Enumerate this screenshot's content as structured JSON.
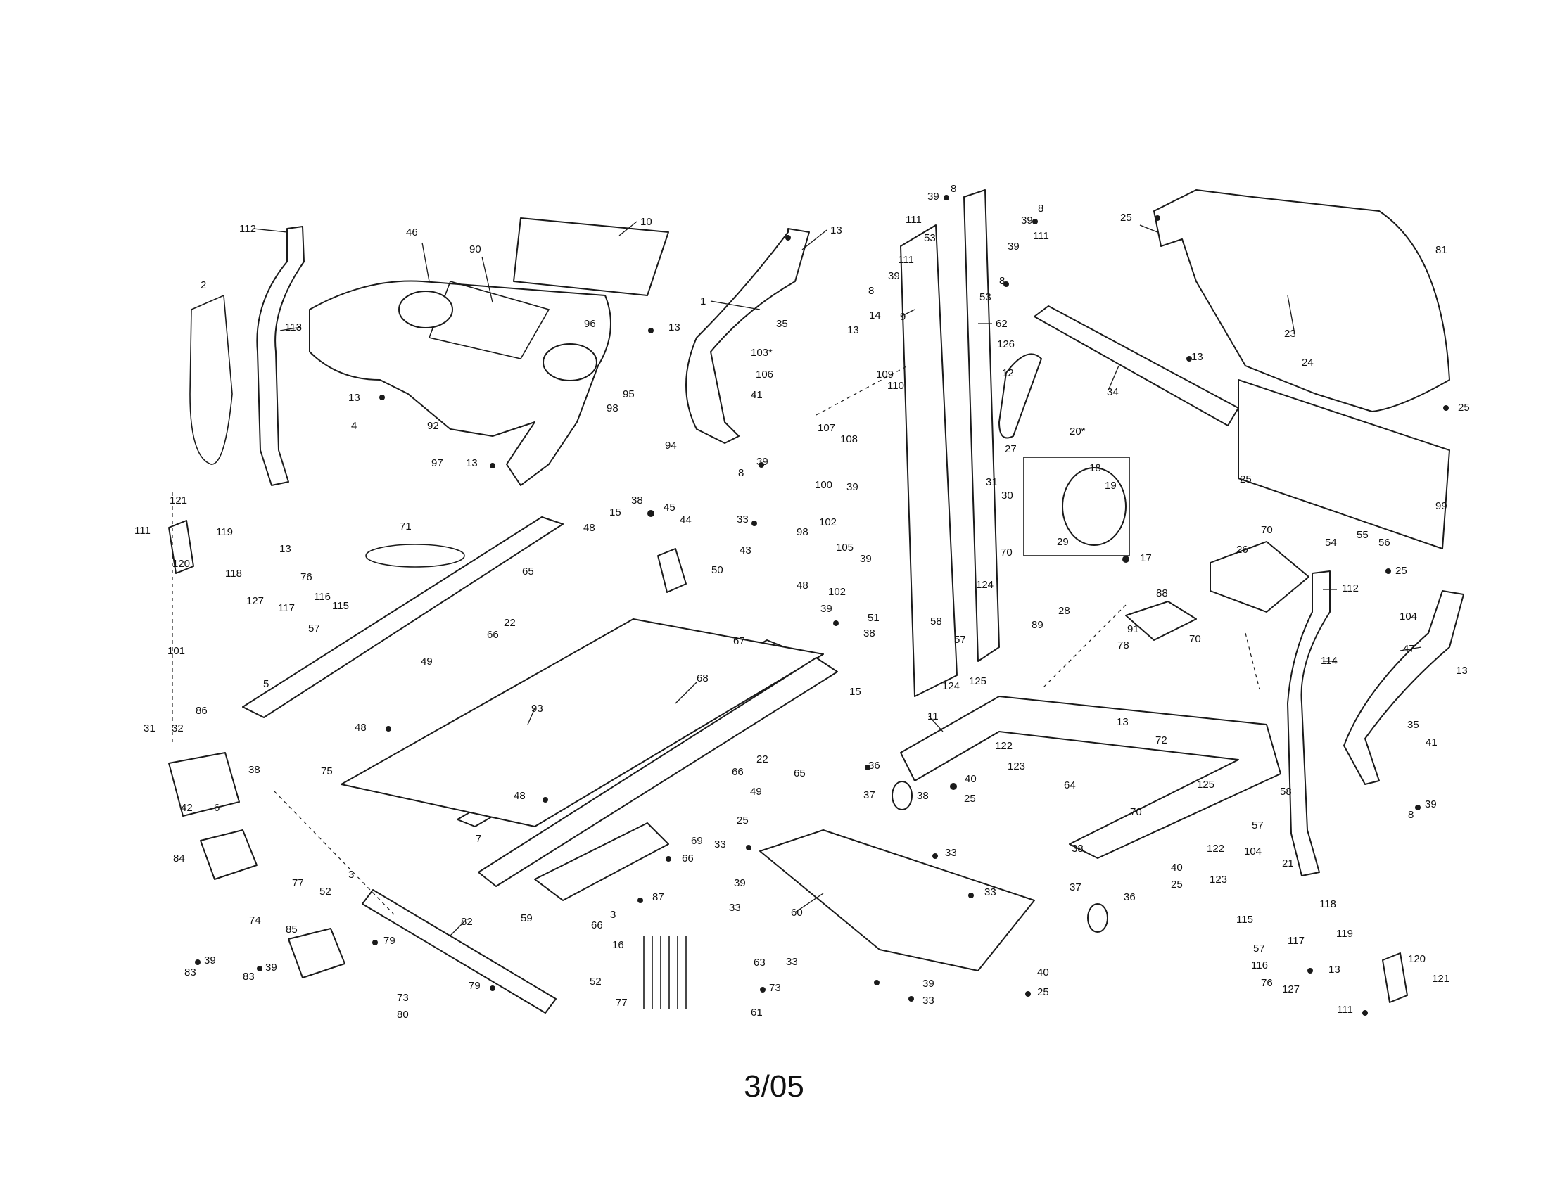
{
  "diagram": {
    "footer_code": "3/05",
    "labels": [
      {
        "id": "p2",
        "text": "2"
      },
      {
        "id": "p112a",
        "text": "112"
      },
      {
        "id": "p113",
        "text": "113"
      },
      {
        "id": "p46",
        "text": "46"
      },
      {
        "id": "p90",
        "text": "90"
      },
      {
        "id": "p10",
        "text": "10"
      },
      {
        "id": "p96",
        "text": "96"
      },
      {
        "id": "p13a",
        "text": "13"
      },
      {
        "id": "p95",
        "text": "95"
      },
      {
        "id": "p13b",
        "text": "13"
      },
      {
        "id": "p4",
        "text": "4"
      },
      {
        "id": "p92",
        "text": "92"
      },
      {
        "id": "p97",
        "text": "97"
      },
      {
        "id": "p13c",
        "text": "13"
      },
      {
        "id": "p98a",
        "text": "98"
      },
      {
        "id": "p94",
        "text": "94"
      },
      {
        "id": "p121a",
        "text": "121"
      },
      {
        "id": "p111a",
        "text": "111"
      },
      {
        "id": "p120a",
        "text": "120"
      },
      {
        "id": "p119a",
        "text": "119"
      },
      {
        "id": "p118a",
        "text": "118"
      },
      {
        "id": "p127a",
        "text": "127"
      },
      {
        "id": "p13d",
        "text": "13"
      },
      {
        "id": "p76a",
        "text": "76"
      },
      {
        "id": "p116a",
        "text": "116"
      },
      {
        "id": "p117a",
        "text": "117"
      },
      {
        "id": "p115a",
        "text": "115"
      },
      {
        "id": "p57a",
        "text": "57"
      },
      {
        "id": "p71",
        "text": "71"
      },
      {
        "id": "p101",
        "text": "101"
      },
      {
        "id": "p5",
        "text": "5"
      },
      {
        "id": "p1",
        "text": "1"
      },
      {
        "id": "p13e",
        "text": "13"
      },
      {
        "id": "p35a",
        "text": "35"
      },
      {
        "id": "p41a",
        "text": "41"
      },
      {
        "id": "p8a",
        "text": "8"
      },
      {
        "id": "p39a",
        "text": "39"
      },
      {
        "id": "p100",
        "text": "100"
      },
      {
        "id": "p14",
        "text": "14"
      },
      {
        "id": "p13f",
        "text": "13"
      },
      {
        "id": "p103",
        "text": "103*"
      },
      {
        "id": "p106",
        "text": "106"
      },
      {
        "id": "p109",
        "text": "109"
      },
      {
        "id": "p110",
        "text": "110"
      },
      {
        "id": "p107",
        "text": "107"
      },
      {
        "id": "p108",
        "text": "108"
      },
      {
        "id": "p38a",
        "text": "38"
      },
      {
        "id": "p15a",
        "text": "15"
      },
      {
        "id": "p45",
        "text": "45"
      },
      {
        "id": "p44",
        "text": "44"
      },
      {
        "id": "p33a",
        "text": "33"
      },
      {
        "id": "p48a",
        "text": "48"
      },
      {
        "id": "p43",
        "text": "43"
      },
      {
        "id": "p98b",
        "text": "98"
      },
      {
        "id": "p105",
        "text": "105"
      },
      {
        "id": "p50",
        "text": "50"
      },
      {
        "id": "p65a",
        "text": "65"
      },
      {
        "id": "p22a",
        "text": "22"
      },
      {
        "id": "p66a",
        "text": "66"
      },
      {
        "id": "p49a",
        "text": "49"
      },
      {
        "id": "p48b",
        "text": "48"
      },
      {
        "id": "p39b",
        "text": "39"
      },
      {
        "id": "p51",
        "text": "51"
      },
      {
        "id": "p38b",
        "text": "38"
      },
      {
        "id": "p67",
        "text": "67"
      },
      {
        "id": "p15b",
        "text": "15"
      },
      {
        "id": "p68",
        "text": "68"
      },
      {
        "id": "p93",
        "text": "93"
      },
      {
        "id": "p48c",
        "text": "48"
      },
      {
        "id": "p75",
        "text": "75"
      },
      {
        "id": "p22b",
        "text": "22"
      },
      {
        "id": "p65b",
        "text": "65"
      },
      {
        "id": "p66b",
        "text": "66"
      },
      {
        "id": "p49b",
        "text": "49"
      },
      {
        "id": "p48d",
        "text": "48"
      },
      {
        "id": "p7",
        "text": "7"
      },
      {
        "id": "p69",
        "text": "69"
      },
      {
        "id": "p66c",
        "text": "66"
      },
      {
        "id": "p87",
        "text": "87"
      },
      {
        "id": "p59",
        "text": "59"
      },
      {
        "id": "p66d",
        "text": "66"
      },
      {
        "id": "p3a",
        "text": "3"
      },
      {
        "id": "p31a",
        "text": "31"
      },
      {
        "id": "p32",
        "text": "32"
      },
      {
        "id": "p86",
        "text": "86"
      },
      {
        "id": "p38c",
        "text": "38"
      },
      {
        "id": "p42",
        "text": "42"
      },
      {
        "id": "p6",
        "text": "6"
      },
      {
        "id": "p84",
        "text": "84"
      },
      {
        "id": "p77a",
        "text": "77"
      },
      {
        "id": "p52a",
        "text": "52"
      },
      {
        "id": "p3b",
        "text": "3"
      },
      {
        "id": "p79a",
        "text": "79"
      },
      {
        "id": "p74",
        "text": "74"
      },
      {
        "id": "p85",
        "text": "85"
      },
      {
        "id": "p83a",
        "text": "83"
      },
      {
        "id": "p39c",
        "text": "39"
      },
      {
        "id": "p83b",
        "text": "83"
      },
      {
        "id": "p39d",
        "text": "39"
      },
      {
        "id": "p73a",
        "text": "73"
      },
      {
        "id": "p80",
        "text": "80"
      },
      {
        "id": "p82",
        "text": "82"
      },
      {
        "id": "p79b",
        "text": "79"
      },
      {
        "id": "p52b",
        "text": "52"
      },
      {
        "id": "p77b",
        "text": "77"
      },
      {
        "id": "p16",
        "text": "16"
      },
      {
        "id": "p63",
        "text": "63"
      },
      {
        "id": "p73b",
        "text": "73"
      },
      {
        "id": "p61",
        "text": "61"
      },
      {
        "id": "p39e",
        "text": "39"
      },
      {
        "id": "p8b",
        "text": "8"
      },
      {
        "id": "p111b",
        "text": "111"
      },
      {
        "id": "p53a",
        "text": "53"
      },
      {
        "id": "p8c",
        "text": "8"
      },
      {
        "id": "p39f",
        "text": "39"
      },
      {
        "id": "p111c",
        "text": "111"
      },
      {
        "id": "p39g",
        "text": "39"
      },
      {
        "id": "p8d",
        "text": "8"
      },
      {
        "id": "p111d",
        "text": "111"
      },
      {
        "id": "p39h",
        "text": "39"
      },
      {
        "id": "p8e",
        "text": "8"
      },
      {
        "id": "p53b",
        "text": "53"
      },
      {
        "id": "p9",
        "text": "9"
      },
      {
        "id": "p62",
        "text": "62"
      },
      {
        "id": "p126",
        "text": "126"
      },
      {
        "id": "p12",
        "text": "12"
      },
      {
        "id": "p27",
        "text": "27"
      },
      {
        "id": "p20",
        "text": "20*"
      },
      {
        "id": "p18",
        "text": "18"
      },
      {
        "id": "p19",
        "text": "19"
      },
      {
        "id": "p31b",
        "text": "31"
      },
      {
        "id": "p30",
        "text": "30"
      },
      {
        "id": "p29",
        "text": "29"
      },
      {
        "id": "p17",
        "text": "17"
      },
      {
        "id": "p39i",
        "text": "39"
      },
      {
        "id": "p102a",
        "text": "102"
      },
      {
        "id": "p39j",
        "text": "39"
      },
      {
        "id": "p102b",
        "text": "102"
      },
      {
        "id": "p70a",
        "text": "70"
      },
      {
        "id": "p124a",
        "text": "124"
      },
      {
        "id": "p89",
        "text": "89"
      },
      {
        "id": "p28",
        "text": "28"
      },
      {
        "id": "p58a",
        "text": "58"
      },
      {
        "id": "p57b",
        "text": "57"
      },
      {
        "id": "p124b",
        "text": "124"
      },
      {
        "id": "p125a",
        "text": "125"
      },
      {
        "id": "p11",
        "text": "11"
      },
      {
        "id": "p36a",
        "text": "36"
      },
      {
        "id": "p122a",
        "text": "122"
      },
      {
        "id": "p123a",
        "text": "123"
      },
      {
        "id": "p37a",
        "text": "37"
      },
      {
        "id": "p38d",
        "text": "38"
      },
      {
        "id": "p25a",
        "text": "25"
      },
      {
        "id": "p40a",
        "text": "40"
      },
      {
        "id": "p25b",
        "text": "25"
      },
      {
        "id": "p33b",
        "text": "33"
      },
      {
        "id": "p33c",
        "text": "33"
      },
      {
        "id": "p39k",
        "text": "39"
      },
      {
        "id": "p33d",
        "text": "33"
      },
      {
        "id": "p60",
        "text": "60"
      },
      {
        "id": "p33e",
        "text": "33"
      },
      {
        "id": "p33f",
        "text": "33"
      },
      {
        "id": "p39l",
        "text": "39"
      },
      {
        "id": "p33g",
        "text": "33"
      },
      {
        "id": "p40b",
        "text": "40"
      },
      {
        "id": "p25c",
        "text": "25"
      },
      {
        "id": "p25d",
        "text": "25"
      },
      {
        "id": "p23",
        "text": "23"
      },
      {
        "id": "p81",
        "text": "81"
      },
      {
        "id": "p25e",
        "text": "25"
      },
      {
        "id": "p34",
        "text": "34"
      },
      {
        "id": "p13g",
        "text": "13"
      },
      {
        "id": "p24",
        "text": "24"
      },
      {
        "id": "p25f",
        "text": "25"
      },
      {
        "id": "p99",
        "text": "99"
      },
      {
        "id": "p54",
        "text": "54"
      },
      {
        "id": "p55",
        "text": "55"
      },
      {
        "id": "p56",
        "text": "56"
      },
      {
        "id": "p25g",
        "text": "25"
      },
      {
        "id": "p70b",
        "text": "70"
      },
      {
        "id": "p26",
        "text": "26"
      },
      {
        "id": "p88",
        "text": "88"
      },
      {
        "id": "p91",
        "text": "91"
      },
      {
        "id": "p78",
        "text": "78"
      },
      {
        "id": "p70c",
        "text": "70"
      },
      {
        "id": "p112b",
        "text": "112"
      },
      {
        "id": "p104a",
        "text": "104"
      },
      {
        "id": "p47",
        "text": "47"
      },
      {
        "id": "p13h",
        "text": "13"
      },
      {
        "id": "p114",
        "text": "114"
      },
      {
        "id": "p35b",
        "text": "35"
      },
      {
        "id": "p13i",
        "text": "13"
      },
      {
        "id": "p72",
        "text": "72"
      },
      {
        "id": "p125b",
        "text": "125"
      },
      {
        "id": "p58b",
        "text": "58"
      },
      {
        "id": "p57c",
        "text": "57"
      },
      {
        "id": "p64",
        "text": "64"
      },
      {
        "id": "p70d",
        "text": "70"
      },
      {
        "id": "p38e",
        "text": "38"
      },
      {
        "id": "p122b",
        "text": "122"
      },
      {
        "id": "p123b",
        "text": "123"
      },
      {
        "id": "p40c",
        "text": "40"
      },
      {
        "id": "p25h",
        "text": "25"
      },
      {
        "id": "p36b",
        "text": "36"
      },
      {
        "id": "p37b",
        "text": "37"
      },
      {
        "id": "p104b",
        "text": "104"
      },
      {
        "id": "p21",
        "text": "21"
      },
      {
        "id": "p41b",
        "text": "41"
      },
      {
        "id": "p8f",
        "text": "8"
      },
      {
        "id": "p39m",
        "text": "39"
      },
      {
        "id": "p115b",
        "text": "115"
      },
      {
        "id": "p118b",
        "text": "118"
      },
      {
        "id": "p119b",
        "text": "119"
      },
      {
        "id": "p57d",
        "text": "57"
      },
      {
        "id": "p117b",
        "text": "117"
      },
      {
        "id": "p116b",
        "text": "116"
      },
      {
        "id": "p13j",
        "text": "13"
      },
      {
        "id": "p76b",
        "text": "76"
      },
      {
        "id": "p127b",
        "text": "127"
      },
      {
        "id": "p120b",
        "text": "120"
      },
      {
        "id": "p121b",
        "text": "121"
      },
      {
        "id": "p111e",
        "text": "111"
      }
    ]
  }
}
